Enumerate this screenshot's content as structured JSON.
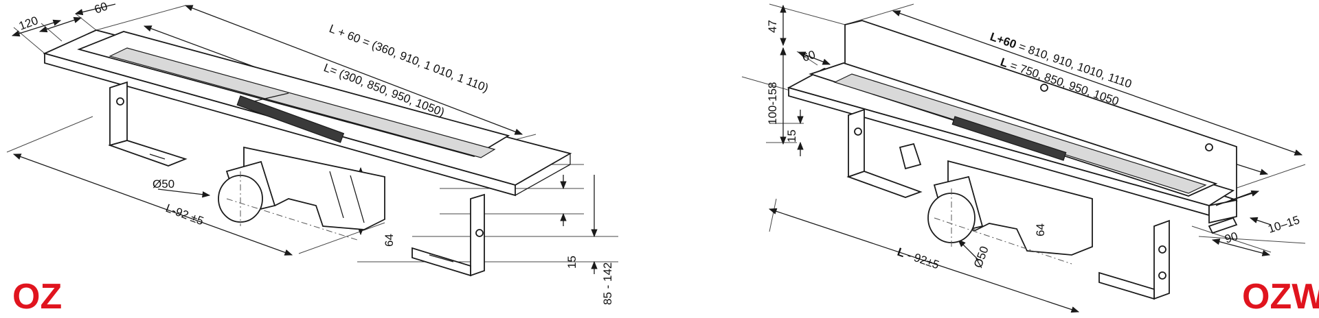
{
  "oz": {
    "label": "OZ",
    "dims": {
      "d120": "120",
      "d60": "60",
      "l60": "L + 60 = (360, 910, 1 010, 1 110)",
      "l": "L= (300, 850, 950, 1050)",
      "d50": "Ø50",
      "d64": "64",
      "d15": "15",
      "d85": "85 - 142",
      "l92": "L-92 ±5"
    }
  },
  "ozw": {
    "label": "OZW",
    "dims": {
      "d47": "47",
      "d100": "100-158",
      "d60": "60",
      "l60_key": "L+60",
      "l60_val": " = 810, 910, 1010, 1110",
      "l_key": "L",
      "l_val": " = 750, 850, 950, 1050",
      "d15": "15",
      "d64": "64",
      "d50": "Ø50",
      "l92_key": "L",
      "l92_val": " - 92±5",
      "d90": "90",
      "d1015": "10–15"
    }
  }
}
